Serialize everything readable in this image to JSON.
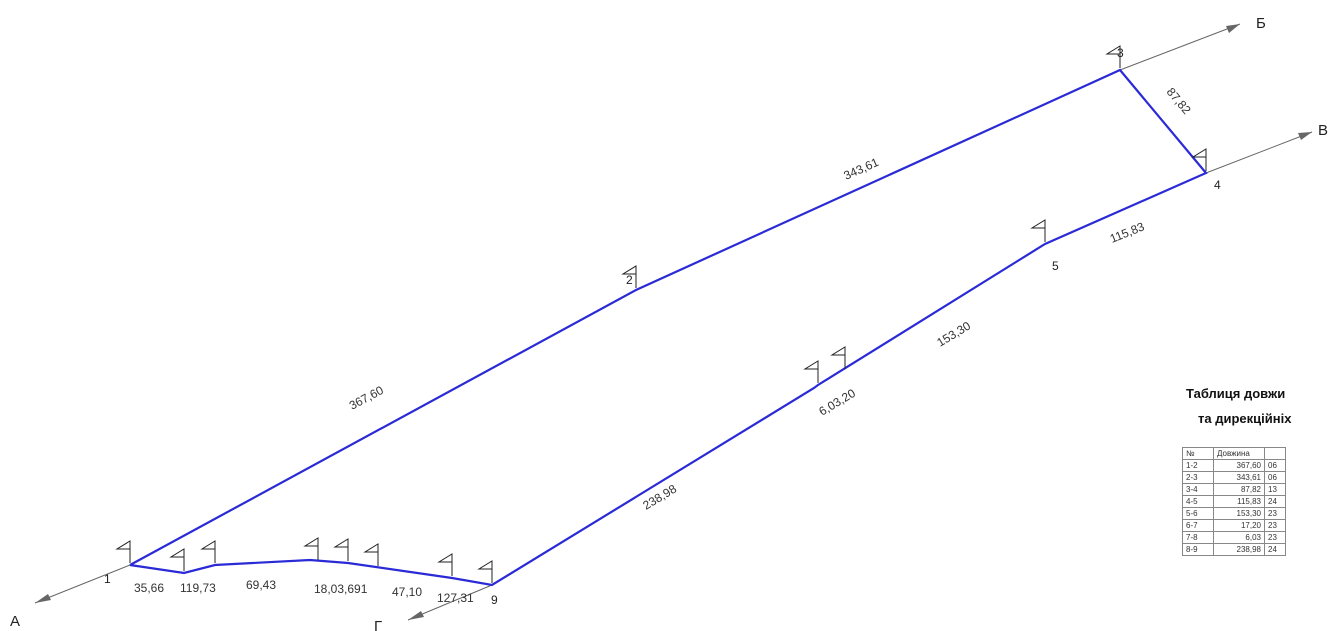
{
  "plan": {
    "direction_labels": [
      "А",
      "Б",
      "В",
      "Г"
    ],
    "points": [
      {
        "label": "1"
      },
      {
        "label": "2"
      },
      {
        "label": "3"
      },
      {
        "label": "4"
      },
      {
        "label": "5"
      },
      {
        "label": "9"
      }
    ],
    "segment_labels": [
      "367,60",
      "343,61",
      "87,82",
      "115,83",
      "153,30",
      "6,03,20",
      "238,98",
      "35,66",
      "119,73",
      "69,43",
      "18,03,691",
      "47,10",
      "127,31"
    ],
    "colors": {
      "boundary": "#2a2ad6",
      "lines": "#666666"
    }
  },
  "table": {
    "title_line1": "Таблиця довжи",
    "title_line2": "та дирекційніх",
    "headers": [
      "№",
      "Довжина",
      ""
    ],
    "rows": [
      [
        "1-2",
        "367,60",
        "06"
      ],
      [
        "2-3",
        "343,61",
        "06"
      ],
      [
        "3-4",
        "87,82",
        "13"
      ],
      [
        "4-5",
        "115,83",
        "24"
      ],
      [
        "5-6",
        "153,30",
        "23"
      ],
      [
        "6-7",
        "17,20",
        "23"
      ],
      [
        "7-8",
        "6,03",
        "23"
      ],
      [
        "8-9",
        "238,98",
        "24"
      ]
    ]
  }
}
